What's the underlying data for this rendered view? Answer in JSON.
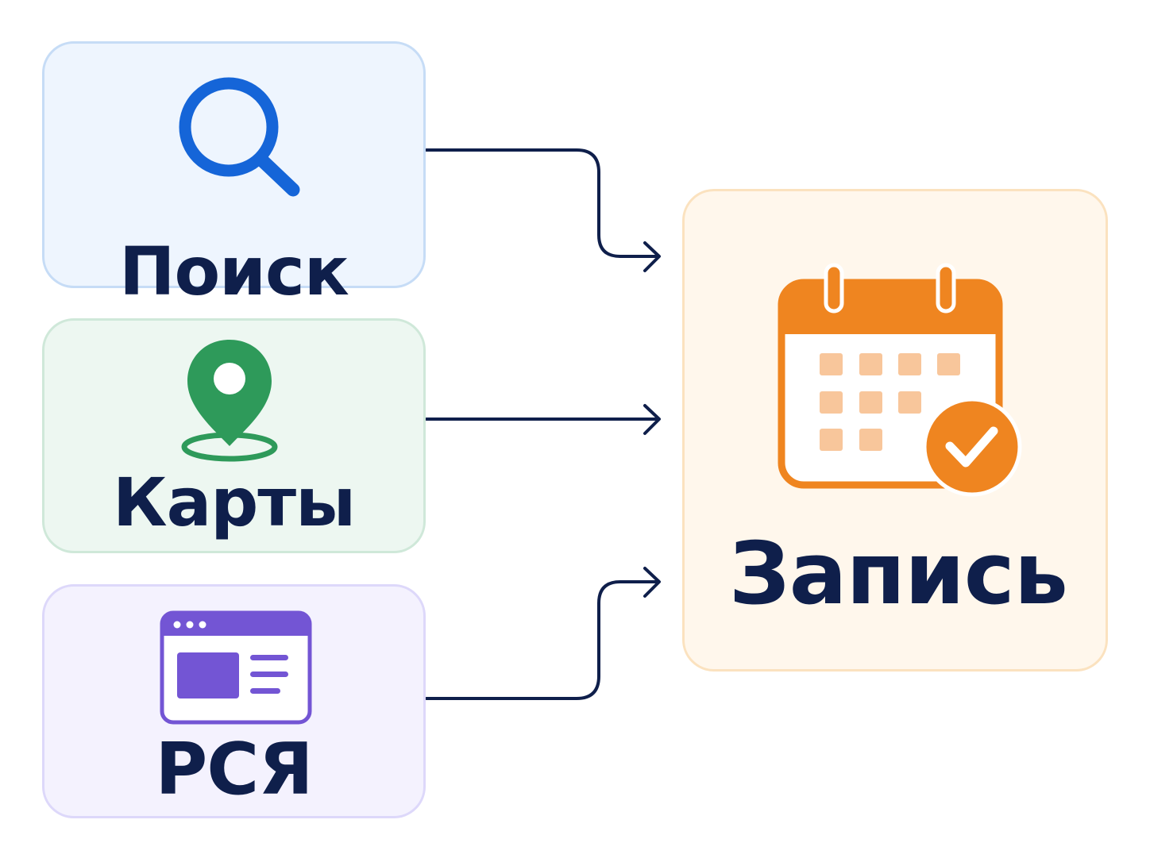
{
  "sources": [
    {
      "label": "Поиск",
      "icon": "search-icon",
      "color": "#1565d8"
    },
    {
      "label": "Карты",
      "icon": "map-pin-icon",
      "color": "#2e9a5a"
    },
    {
      "label": "РСЯ",
      "icon": "browser-window-icon",
      "color": "#7355d4"
    }
  ],
  "target": {
    "label": "Запись",
    "icon": "calendar-check-icon",
    "color": "#ef8520"
  },
  "connector_color": "#0f1f4b"
}
